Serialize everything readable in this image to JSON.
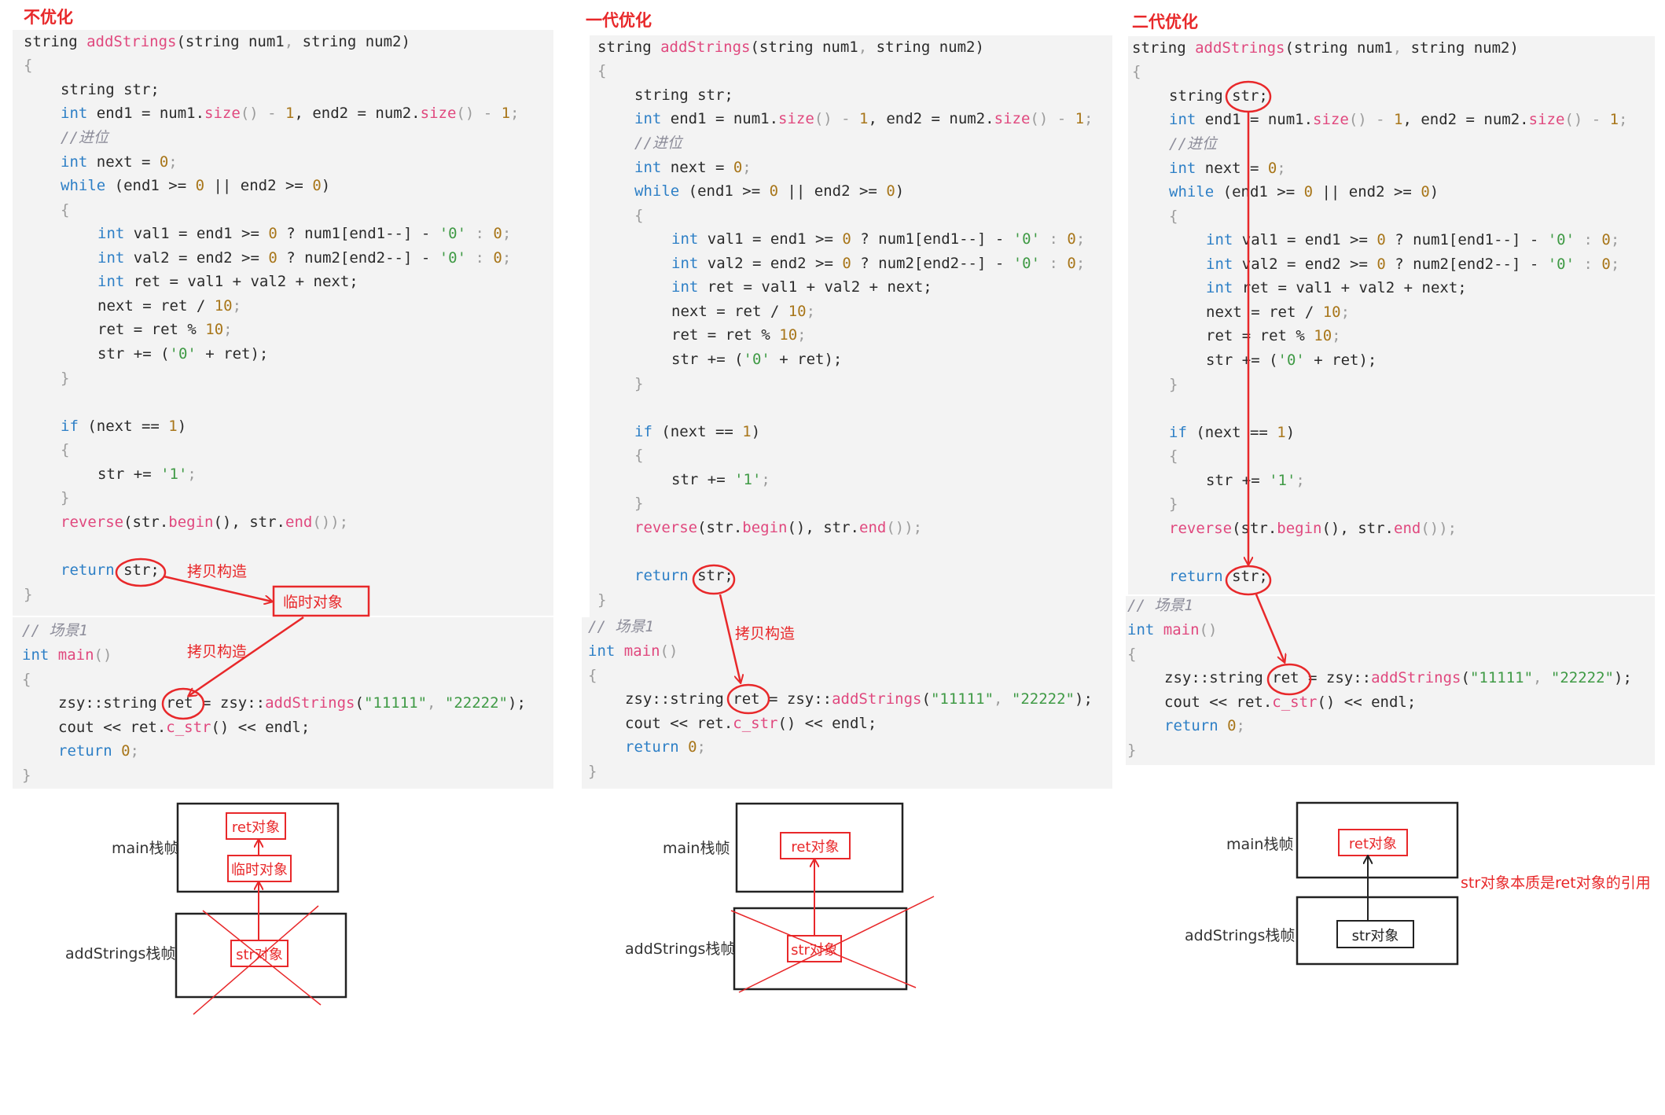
{
  "panels": {
    "p1": {
      "title": "不优化"
    },
    "p2": {
      "title": "一代优化"
    },
    "p3": {
      "title": "二代优化"
    }
  },
  "code": {
    "signature": {
      "t1": "string ",
      "fn": "addStrings",
      "t2": "(string num1",
      "c1": ",",
      "t3": " string num2)"
    },
    "open_brace": "{",
    "close_brace": "}",
    "decl_str": "string str;",
    "decl_end": {
      "kw": "int",
      "t1": " end1 = num1.",
      "fn1": "size",
      "t2": "() - ",
      "n1": "1",
      "t3": ", end2 = num2.",
      "fn2": "size",
      "t4": "() - ",
      "n2": "1",
      "t5": ";"
    },
    "carry_comment": "//进位",
    "decl_next": {
      "kw": "int",
      "t1": " next = ",
      "n": "0",
      "t2": ";"
    },
    "while_line": {
      "kw": "while",
      "t1": " (end1 >= ",
      "n1": "0",
      "t2": " || end2 >= ",
      "n2": "0",
      "t3": ")"
    },
    "val1_line": {
      "kw": "int",
      "t1": " val1 = end1 >= ",
      "n1": "0",
      "t2": " ? num1[end1--] - ",
      "s": "'0'",
      "t3": " : ",
      "n2": "0",
      "t4": ";"
    },
    "val2_line": {
      "kw": "int",
      "t1": " val2 = end2 >= ",
      "n1": "0",
      "t2": " ? num2[end2--] - ",
      "s": "'0'",
      "t3": " : ",
      "n2": "0",
      "t4": ";"
    },
    "ret_line": {
      "kw": "int",
      "t1": " ret = val1 + val2 + next;"
    },
    "next_div": {
      "t1": "next = ret / ",
      "n": "10",
      "t2": ";"
    },
    "ret_mod": {
      "t1": "ret = ret % ",
      "n": "10",
      "t2": ";"
    },
    "str_add": {
      "t1": "str += (",
      "s": "'0'",
      "t2": " + ret);"
    },
    "if_line": {
      "kw": "if",
      "t1": " (next == ",
      "n": "1",
      "t2": ")"
    },
    "str_add1": {
      "t1": "str += ",
      "s": "'1'",
      "t2": ";"
    },
    "reverse_line": {
      "fn1": "reverse",
      "t1": "(str.",
      "fn2": "begin",
      "t2": "(), str.",
      "fn3": "end",
      "t3": "());"
    },
    "return_line": {
      "kw": "return",
      "t1": " str;"
    },
    "scene_comment": "// 场景1",
    "main_sig": {
      "kw": "int",
      "t1": " ",
      "fn": "main",
      "t2": "()"
    },
    "call_line": {
      "t1": "zsy::string ret = zsy::",
      "fn": "addStrings",
      "t2": "(",
      "s1": "\"11111\"",
      "t3": ", ",
      "s2": "\"22222\"",
      "t4": ");"
    },
    "cout_line": {
      "t1": "cout << ret.",
      "fn": "c_str",
      "t2": "() << endl;"
    },
    "return0_line": {
      "kw": "return",
      "t1": " ",
      "n": "0",
      "t2": ";"
    }
  },
  "annotations": {
    "copy_construct": "拷贝构造",
    "temp_object": "临时对象",
    "str_is_ref": "str对象本质是ret对象的引用"
  },
  "frames": {
    "main_frame": "main栈帧",
    "add_frame": "addStrings栈帧",
    "ret_obj": "ret对象",
    "temp_obj": "临时对象",
    "str_obj": "str对象"
  },
  "colors": {
    "annotation": "#e8282a",
    "keyword": "#2d7fc6",
    "function": "#e0487e",
    "string": "#3f9a45",
    "number": "#a8761a",
    "comment": "#8d8d9a"
  }
}
